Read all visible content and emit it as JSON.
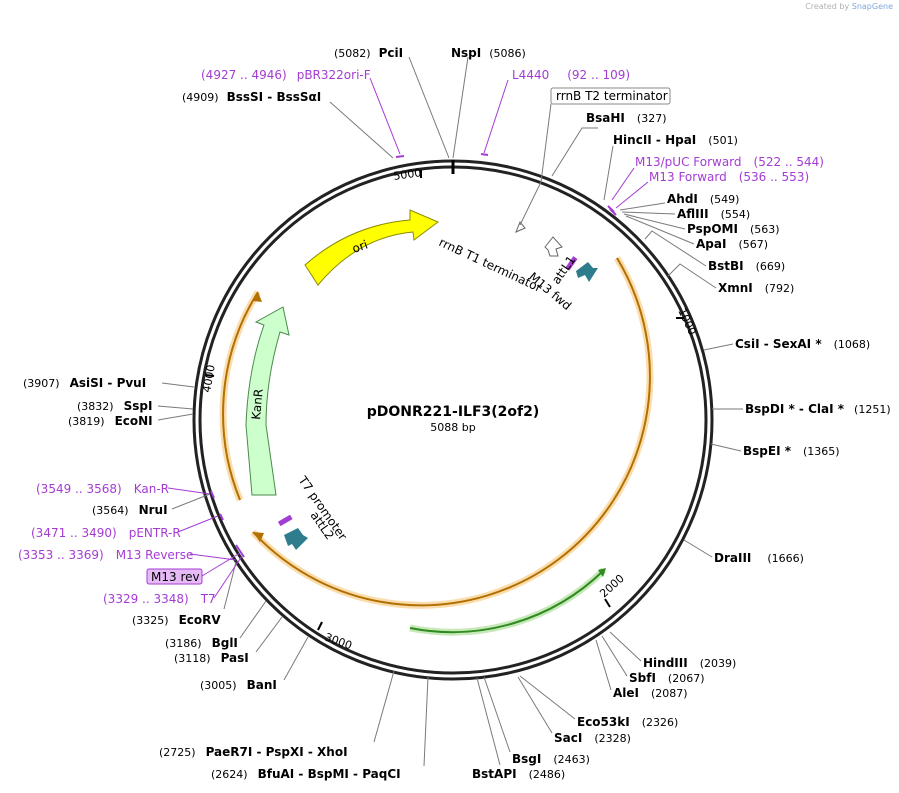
{
  "credit": {
    "prefix": "Created by",
    "brand": "SnapGene"
  },
  "plasmid": {
    "name": "pDONR221-ILF3(2of2)",
    "length_label": "5088 bp"
  },
  "ticks": [
    "1000",
    "2000",
    "3000",
    "4000",
    "5000"
  ],
  "features": {
    "ori": "ori",
    "kanr": "KanR",
    "rrnb_t1": "rrnB T1 terminator",
    "rrnb_t2": "rrnB T2 terminator",
    "m13fwd": "M13 fwd",
    "attl1": "attL1",
    "t7prom": "T7 promoter",
    "attl2": "attL2",
    "m13rev_box": "M13 rev"
  },
  "enzymes": [
    {
      "id": "pcii",
      "names": "PciI",
      "pos": "(5082)"
    },
    {
      "id": "nspi",
      "names": "NspI",
      "pos": "(5086)"
    },
    {
      "id": "bssi",
      "names": "BssSI  -  BssSαI",
      "pos": "(4909)"
    },
    {
      "id": "bsahi",
      "names": "BsaHI",
      "pos": "(327)"
    },
    {
      "id": "hincii",
      "names": "HincII  -  HpaI",
      "pos": "(501)"
    },
    {
      "id": "ahdi",
      "names": "AhdI",
      "pos": "(549)"
    },
    {
      "id": "aflii",
      "names": "AflIII",
      "pos": "(554)"
    },
    {
      "id": "pspomi",
      "names": "PspOMI",
      "pos": "(563)"
    },
    {
      "id": "apai",
      "names": "ApaI",
      "pos": "(567)"
    },
    {
      "id": "bstbi",
      "names": "BstBI",
      "pos": "(669)"
    },
    {
      "id": "xmni",
      "names": "XmnI",
      "pos": "(792)"
    },
    {
      "id": "csii",
      "names": "CsiI   -  SexAI *",
      "pos": "(1068)"
    },
    {
      "id": "bspdi",
      "names": "BspDI *  -  ClaI *",
      "pos": "(1251)"
    },
    {
      "id": "bspei",
      "names": "BspEI *",
      "pos": "(1365)"
    },
    {
      "id": "draiii",
      "names": "DraIII",
      "pos": "(1666)"
    },
    {
      "id": "hindiii",
      "names": "HindIII",
      "pos": "(2039)"
    },
    {
      "id": "sbfi",
      "names": "SbfI",
      "pos": "(2067)"
    },
    {
      "id": "alei",
      "names": "AleI",
      "pos": "(2087)"
    },
    {
      "id": "eco53ki",
      "names": "Eco53kI",
      "pos": "(2326)"
    },
    {
      "id": "saci",
      "names": "SacI",
      "pos": "(2328)"
    },
    {
      "id": "bsgi",
      "names": "BsgI",
      "pos": "(2463)"
    },
    {
      "id": "bstapi",
      "names": "BstAPI",
      "pos": "(2486)"
    },
    {
      "id": "paer7i",
      "names": "PaeR7I  -  PspXI  -  XhoI",
      "pos": "(2725)"
    },
    {
      "id": "bfuai",
      "names": "BfuAI  -  BspMI  -  PaqCI",
      "pos": "(2624)"
    },
    {
      "id": "bani",
      "names": "BanI",
      "pos": "(3005)"
    },
    {
      "id": "pasi",
      "names": "PasI",
      "pos": "(3118)"
    },
    {
      "id": "bgli",
      "names": "BglI",
      "pos": "(3186)"
    },
    {
      "id": "ecorv",
      "names": "EcoRV",
      "pos": "(3325)"
    },
    {
      "id": "nrui",
      "names": "NruI",
      "pos": "(3564)"
    },
    {
      "id": "asisi",
      "names": "AsiSI  -  PvuI",
      "pos": "(3907)"
    },
    {
      "id": "sspi",
      "names": "SspI",
      "pos": "(3832)"
    },
    {
      "id": "econi",
      "names": "EcoNI",
      "pos": "(3819)"
    }
  ],
  "primers": [
    {
      "id": "pbr322",
      "name": "pBR322ori-F",
      "range": "(4927 .. 4946)"
    },
    {
      "id": "l4440",
      "name": "L4440",
      "range": "(92 .. 109)"
    },
    {
      "id": "m13puc",
      "name": "M13/pUC Forward",
      "range": "(522 .. 544)"
    },
    {
      "id": "m13forward",
      "name": "M13 Forward",
      "range": "(536 .. 553)"
    },
    {
      "id": "kanr",
      "name": "Kan-R",
      "range": "(3549 .. 3568)"
    },
    {
      "id": "pentr",
      "name": "pENTR-R",
      "range": "(3471 .. 3490)"
    },
    {
      "id": "m13reverse",
      "name": "M13 Reverse",
      "range": "(3353 .. 3369)"
    },
    {
      "id": "t7",
      "name": "T7",
      "range": "(3329 .. 3348)"
    }
  ],
  "colors": {
    "backbone": "#222222",
    "insert": "#f0a830",
    "ori": "#ffff00",
    "kanr": "#ccffcc",
    "att": "#2e7d8c",
    "primer": "#a43cd4",
    "green_arrow": "#2e8b1e"
  }
}
